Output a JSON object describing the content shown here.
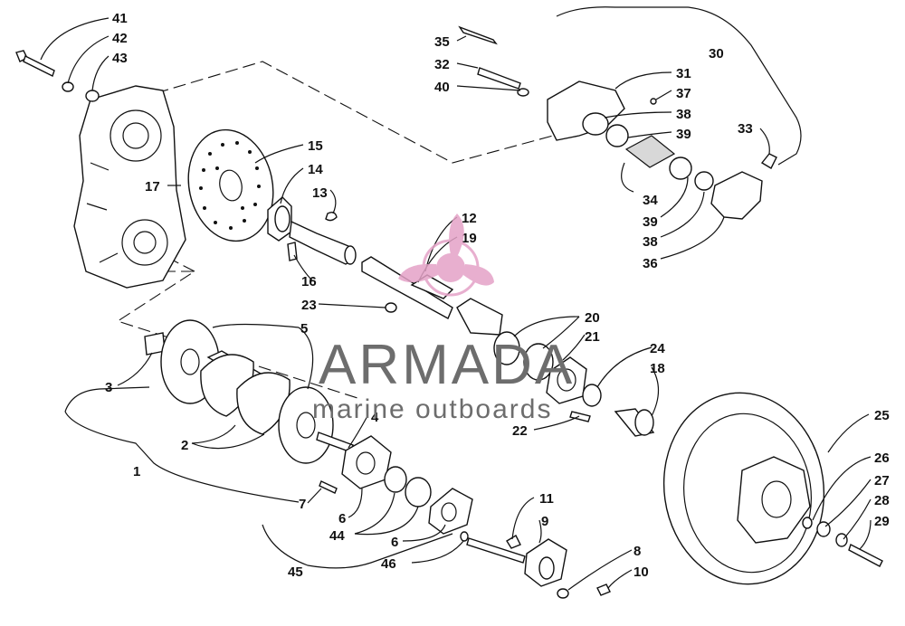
{
  "watermark": {
    "brand": "ARMADA",
    "tagline": "marine outboards",
    "logo_icon": "pink-propeller-logo-icon",
    "logo_color": "#e4a2c7"
  },
  "callouts": [
    "41",
    "42",
    "43",
    "35",
    "32",
    "40",
    "30",
    "31",
    "37",
    "38",
    "39",
    "33",
    "15",
    "14",
    "13",
    "17",
    "12",
    "19",
    "16",
    "23",
    "20",
    "21",
    "24",
    "18",
    "5",
    "3",
    "4",
    "2",
    "22",
    "1",
    "25",
    "26",
    "27",
    "28",
    "29",
    "7",
    "6",
    "44",
    "11",
    "9",
    "8",
    "10",
    "45",
    "46",
    "34",
    "36"
  ]
}
